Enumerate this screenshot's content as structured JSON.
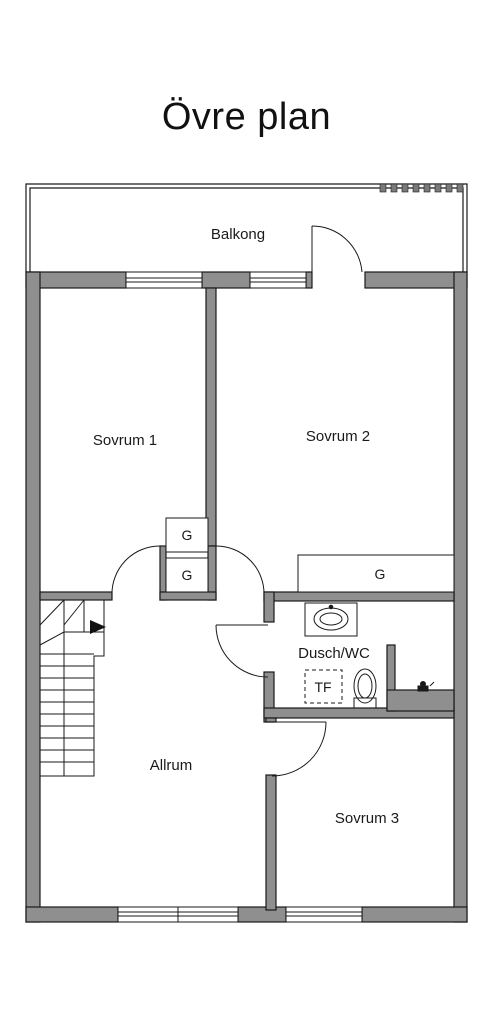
{
  "title": "Övre plan",
  "rooms": {
    "balkong": "Balkong",
    "sovrum1": "Sovrum 1",
    "sovrum2": "Sovrum 2",
    "sovrum3": "Sovrum 3",
    "allrum": "Allrum",
    "dusch_wc": "Dusch/WC"
  },
  "fixtures": {
    "wardrobe_upper": "G",
    "wardrobe_lower": "G",
    "wardrobe_sovrum2": "G",
    "laundry": "TF"
  },
  "colors": {
    "wall_fill": "#8f8f8f",
    "wall_stroke": "#1a1a1a",
    "background": "#ffffff"
  }
}
